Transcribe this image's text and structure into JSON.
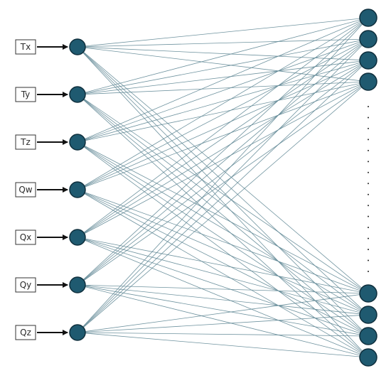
{
  "inputs": [
    {
      "label": "Tx"
    },
    {
      "label": "Ty"
    },
    {
      "label": "Tz"
    },
    {
      "label": "Qw"
    },
    {
      "label": "Qx"
    },
    {
      "label": "Qy"
    },
    {
      "label": "Qz"
    }
  ],
  "output_layer": {
    "top_visible_count": 4,
    "bottom_visible_count": 4,
    "ellipsis_dot_count": 16
  },
  "colors": {
    "node_fill": "#1f5a70",
    "node_stroke": "#0f2f3d",
    "edge": "#5f8795",
    "arrow": "#111111",
    "box_stroke": "#333333"
  }
}
